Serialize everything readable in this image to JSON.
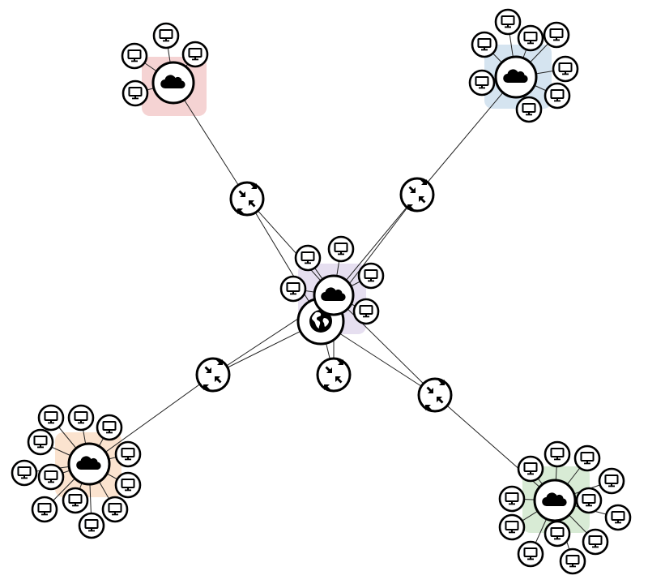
{
  "diagram": {
    "type": "network-topology",
    "center": {
      "nodes": [
        {
          "id": "internet",
          "icon": "globe-icon"
        },
        {
          "id": "core-cloud",
          "icon": "cloud-icon"
        }
      ],
      "group_color": "#e6dff0",
      "computers": 5
    },
    "routers": [
      {
        "id": "router-nw",
        "icon": "router-arrows-icon",
        "links": [
          "red-cloud",
          "internet",
          "core-cloud"
        ]
      },
      {
        "id": "router-ne",
        "icon": "router-arrows-icon",
        "links": [
          "blue-cloud",
          "internet",
          "core-cloud"
        ]
      },
      {
        "id": "router-sw",
        "icon": "router-arrows-icon",
        "links": [
          "orange-cloud",
          "internet",
          "core-cloud"
        ]
      },
      {
        "id": "router-s",
        "icon": "router-arrows-icon",
        "links": [
          "internet",
          "core-cloud"
        ]
      },
      {
        "id": "router-se",
        "icon": "router-arrows-icon",
        "links": [
          "green-cloud",
          "internet",
          "core-cloud"
        ]
      }
    ],
    "subnets": [
      {
        "id": "red-cloud",
        "icon": "cloud-icon",
        "group_color": "#f5d3d3",
        "computers": 4
      },
      {
        "id": "blue-cloud",
        "icon": "cloud-icon",
        "group_color": "#d5e4f0",
        "computers": 8
      },
      {
        "id": "orange-cloud",
        "icon": "cloud-icon",
        "group_color": "#fbe3cf",
        "computers": 12
      },
      {
        "id": "green-cloud",
        "icon": "cloud-icon",
        "group_color": "#d8ebd5",
        "computers": 12
      }
    ],
    "colors": {
      "node_stroke": "#000000",
      "node_fill": "#ffffff",
      "edge": "#222222",
      "screen_accent": "#3a8fd0"
    }
  }
}
